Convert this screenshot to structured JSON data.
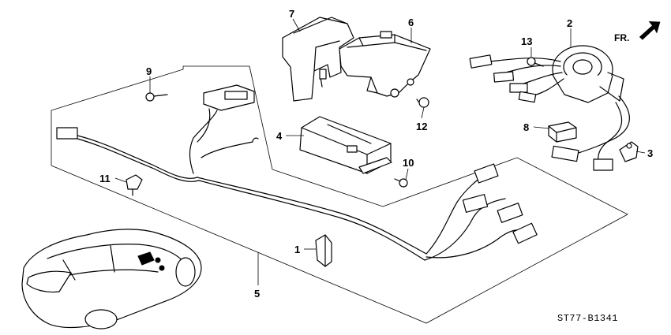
{
  "diagram": {
    "callouts": {
      "p1": "1",
      "p2": "2",
      "p3": "3",
      "p4": "4",
      "p5": "5",
      "p6": "6",
      "p7": "7",
      "p8": "8",
      "p9": "9",
      "p10": "10",
      "p11": "11",
      "p12": "12",
      "p13": "13"
    },
    "direction_label": "FR.",
    "diagram_code": "ST77-B1341"
  }
}
